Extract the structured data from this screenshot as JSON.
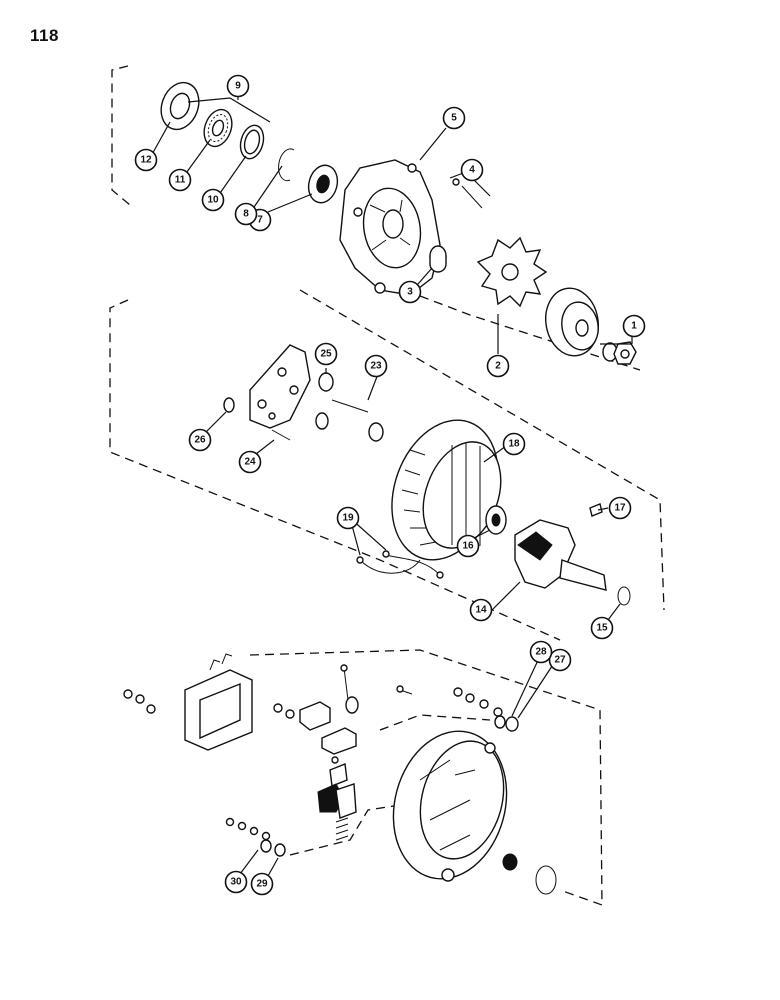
{
  "page": {
    "number": "118"
  },
  "callouts": [
    {
      "id": "c1",
      "label": "1"
    },
    {
      "id": "c2",
      "label": "2"
    },
    {
      "id": "c3",
      "label": "3"
    },
    {
      "id": "c4",
      "label": "4"
    },
    {
      "id": "c5",
      "label": "5"
    },
    {
      "id": "c7",
      "label": "7"
    },
    {
      "id": "c8",
      "label": "8"
    },
    {
      "id": "c9",
      "label": "9"
    },
    {
      "id": "c10",
      "label": "10"
    },
    {
      "id": "c11",
      "label": "11"
    },
    {
      "id": "c12",
      "label": "12"
    },
    {
      "id": "c14",
      "label": "14"
    },
    {
      "id": "c15",
      "label": "15"
    },
    {
      "id": "c16",
      "label": "16"
    },
    {
      "id": "c17",
      "label": "17"
    },
    {
      "id": "c18",
      "label": "18"
    },
    {
      "id": "c19",
      "label": "19"
    },
    {
      "id": "c23",
      "label": "23"
    },
    {
      "id": "c24",
      "label": "24"
    },
    {
      "id": "c25",
      "label": "25"
    },
    {
      "id": "c26",
      "label": "26"
    },
    {
      "id": "c27",
      "label": "27"
    },
    {
      "id": "c28",
      "label": "28"
    },
    {
      "id": "c29",
      "label": "29"
    },
    {
      "id": "c30",
      "label": "30"
    }
  ]
}
